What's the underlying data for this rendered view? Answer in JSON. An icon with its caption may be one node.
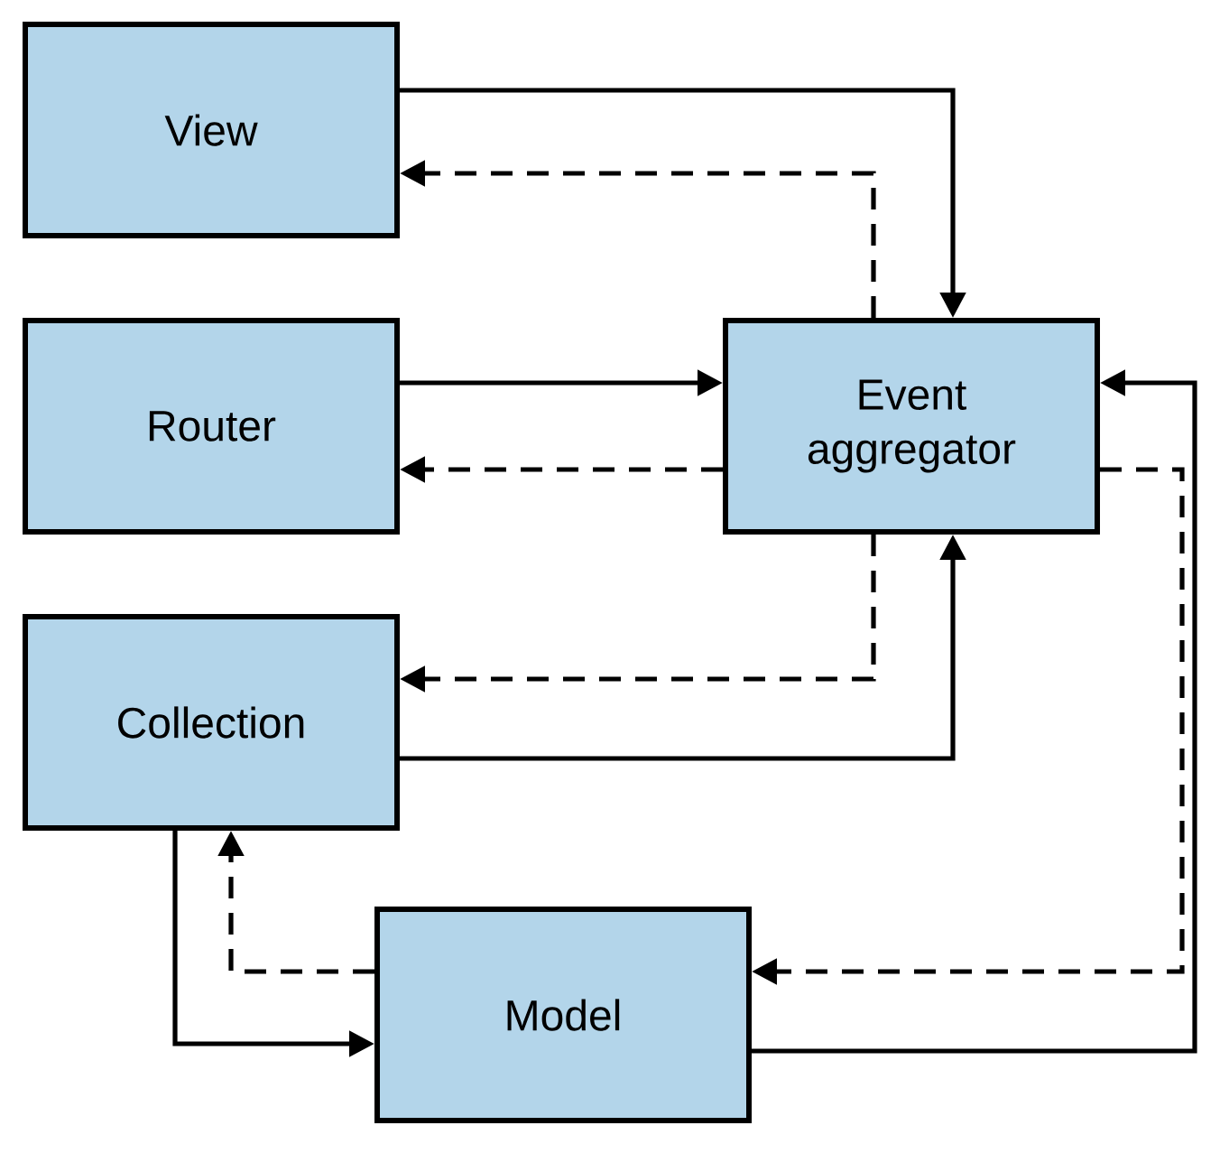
{
  "diagram": {
    "nodes": [
      {
        "text": [
          "View"
        ]
      },
      {
        "text": [
          "Router"
        ]
      },
      {
        "text": [
          "Event aggregator"
        ]
      },
      {
        "text": [
          "Collection"
        ]
      },
      {
        "text": [
          "Model"
        ]
      }
    ],
    "edges": [
      {
        "from": 0,
        "to": 2,
        "arrow": "to"
      },
      {
        "from": 2,
        "to": 0,
        "arrow": "to",
        "style": "dashed"
      },
      {
        "from": 1,
        "to": 2,
        "arrow": "to"
      },
      {
        "from": 2,
        "to": 1,
        "arrow": "to",
        "style": "dashed"
      },
      {
        "from": 2,
        "to": 3,
        "arrow": "to",
        "style": "dashed"
      },
      {
        "from": 3,
        "to": 2,
        "arrow": "to"
      },
      {
        "from": 4,
        "to": 2,
        "arrow": "to"
      },
      {
        "from": 2,
        "to": 4,
        "arrow": "to",
        "style": "dashed"
      },
      {
        "from": 4,
        "to": 3,
        "arrow": "to",
        "style": "dashed"
      },
      {
        "from": 3,
        "to": 4,
        "arrow": "to"
      }
    ]
  }
}
